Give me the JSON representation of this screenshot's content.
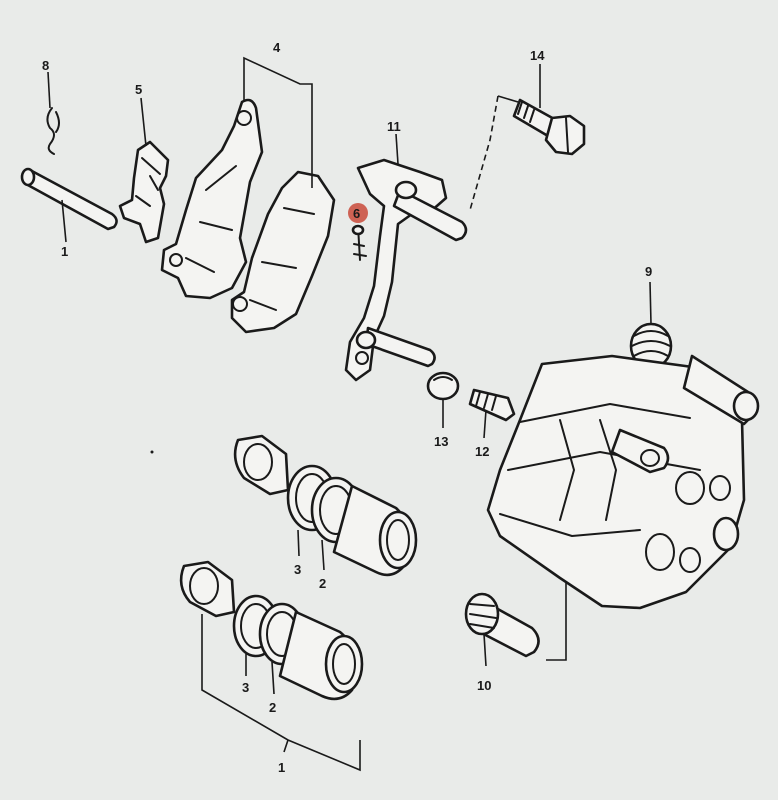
{
  "diagram": {
    "callouts": [
      {
        "id": "c1",
        "text": "8"
      },
      {
        "id": "c2",
        "text": "4"
      },
      {
        "id": "c3",
        "text": "5"
      },
      {
        "id": "c4",
        "text": "11"
      },
      {
        "id": "c5",
        "text": "14"
      },
      {
        "id": "c6",
        "text": "1"
      },
      {
        "id": "c7",
        "text": "6"
      },
      {
        "id": "c8",
        "text": "9"
      },
      {
        "id": "c9",
        "text": "13"
      },
      {
        "id": "c10",
        "text": "12"
      },
      {
        "id": "c11",
        "text": "3"
      },
      {
        "id": "c12",
        "text": "2"
      },
      {
        "id": "c13",
        "text": "3"
      },
      {
        "id": "c14",
        "text": "2"
      },
      {
        "id": "c15",
        "text": "10"
      },
      {
        "id": "c16",
        "text": "1"
      }
    ],
    "colors": {
      "background": "#e9ebe9",
      "line": "#1a1a1a",
      "highlight": "#c94a3a"
    }
  }
}
